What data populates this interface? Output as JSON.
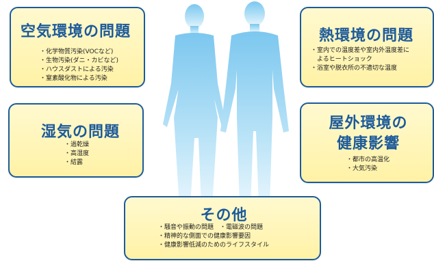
{
  "diagram": {
    "air": {
      "title": "空気環境の問題",
      "items": [
        "化学物質汚染(VOCなど)",
        "生物汚染(ダニ・カビなど)",
        "ハウスダストによる汚染",
        "窒素酸化物による汚染"
      ]
    },
    "humidity": {
      "title": "湿気の問題",
      "items": [
        "過乾燥",
        "高湿度",
        "結露"
      ]
    },
    "heat": {
      "title": "熱環境の問題",
      "items": [
        "室内での温度差や室内外温度差に",
        "よるヒートショック",
        "浴室や脱衣所の不適切な温度"
      ]
    },
    "outdoor": {
      "title_line1": "屋外環境の",
      "title_line2": "健康影響",
      "items": [
        "都市の高温化",
        "大気汚染"
      ]
    },
    "other": {
      "title": "その他",
      "items": [
        "騒音や振動の問題　・電磁波の問題",
        "精神的な側面での健康影響要因",
        "健康影響低減のためのライフスタイル"
      ]
    },
    "colors": {
      "border": "#1c5a9a",
      "box_fill": "#fff5b8",
      "body_fill": "#9fd6f2"
    },
    "illustration": "silhouette-woman-and-man"
  }
}
